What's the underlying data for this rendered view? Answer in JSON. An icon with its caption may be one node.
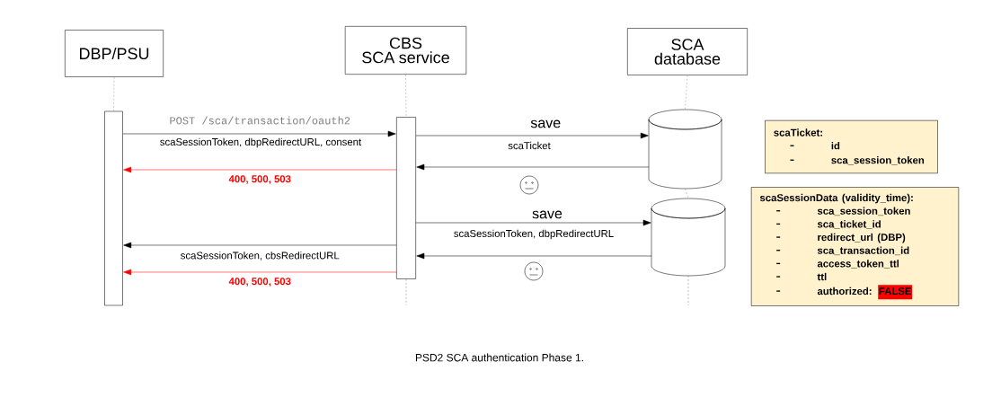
{
  "diagram": {
    "caption": "PSD2 SCA authentication Phase 1.",
    "nodes": [
      {
        "text": [
          "DBP/PSU"
        ]
      },
      {
        "text": [
          "CBS",
          "SCA service"
        ]
      },
      {
        "text": [
          "SCA",
          "database"
        ]
      },
      {
        "text": [],
        "shape": "bar"
      },
      {
        "text": [],
        "shape": "bar"
      },
      {
        "text": [],
        "shape": "cylinder"
      },
      {
        "text": [],
        "shape": "cylinder"
      },
      {
        "text": [
          "scaTicket:",
          "id",
          "sca_session_token"
        ]
      },
      {
        "text": [
          "scaSessionData (validity_time):",
          "sca_session_token",
          "sca_ticket_id",
          "redirect_url (DBP)",
          "sca_transaction_id",
          "access_token_ttl",
          "ttl",
          "authorized:",
          "FALSE"
        ]
      }
    ],
    "edges": [
      {
        "from": 0,
        "to": 3,
        "arrow": "none",
        "style": "dashed",
        "color": "#999999"
      },
      {
        "from": 1,
        "to": 4,
        "arrow": "none",
        "style": "dashed",
        "color": "#999999"
      },
      {
        "from": 2,
        "to": 5,
        "arrow": "none",
        "style": "dashed",
        "color": "#999999"
      },
      {
        "from": 5,
        "to": 6,
        "arrow": "none",
        "style": "dashed",
        "color": "#999999"
      },
      {
        "from": 3,
        "to": 4,
        "arrow": "to",
        "label": "POST /sca/transaction/oauth2"
      },
      {
        "from": 4,
        "to": 3,
        "arrow": "to",
        "label": "400, 500, 503",
        "color": "#ff0000"
      },
      {
        "from": 4,
        "to": 5,
        "arrow": "to",
        "label": "save"
      },
      {
        "from": 5,
        "to": 4,
        "arrow": "to"
      },
      {
        "from": 4,
        "to": 6,
        "arrow": "to",
        "label": "save"
      },
      {
        "from": 6,
        "to": 4,
        "arrow": "to"
      },
      {
        "from": 4,
        "to": 3,
        "arrow": "to",
        "label": "scaSessionToken, cbsRedirectURL"
      },
      {
        "from": 4,
        "to": 3,
        "arrow": "to",
        "label": "400, 500, 503",
        "color": "#ff0000"
      }
    ],
    "labels": [
      "scaSessionToken, dbpRedirectURL, consent",
      "scaTicket",
      "scaSessionToken, dbpRedirectURL"
    ]
  }
}
